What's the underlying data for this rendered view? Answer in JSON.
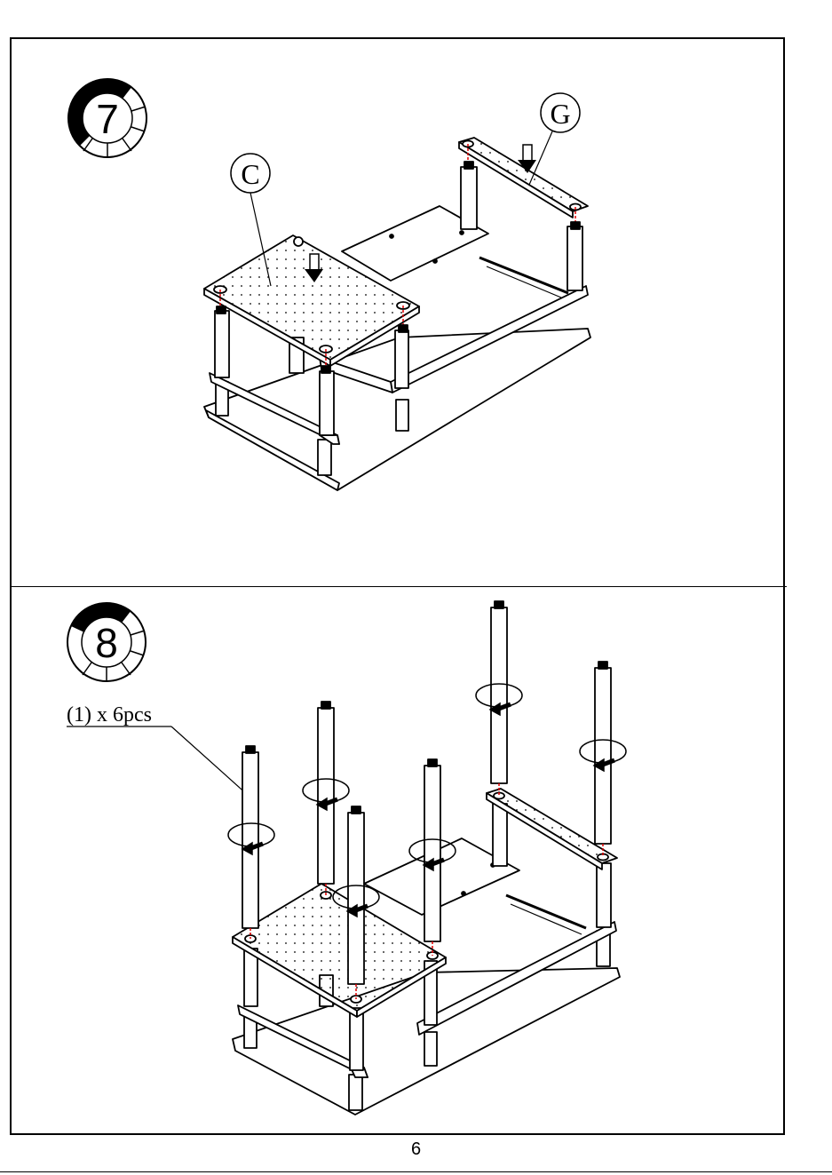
{
  "step7": {
    "number": "7",
    "callout_c": "C",
    "callout_g": "G"
  },
  "step8": {
    "number": "8",
    "hardware_note": "(1) x 6pcs"
  },
  "page_number": "6"
}
